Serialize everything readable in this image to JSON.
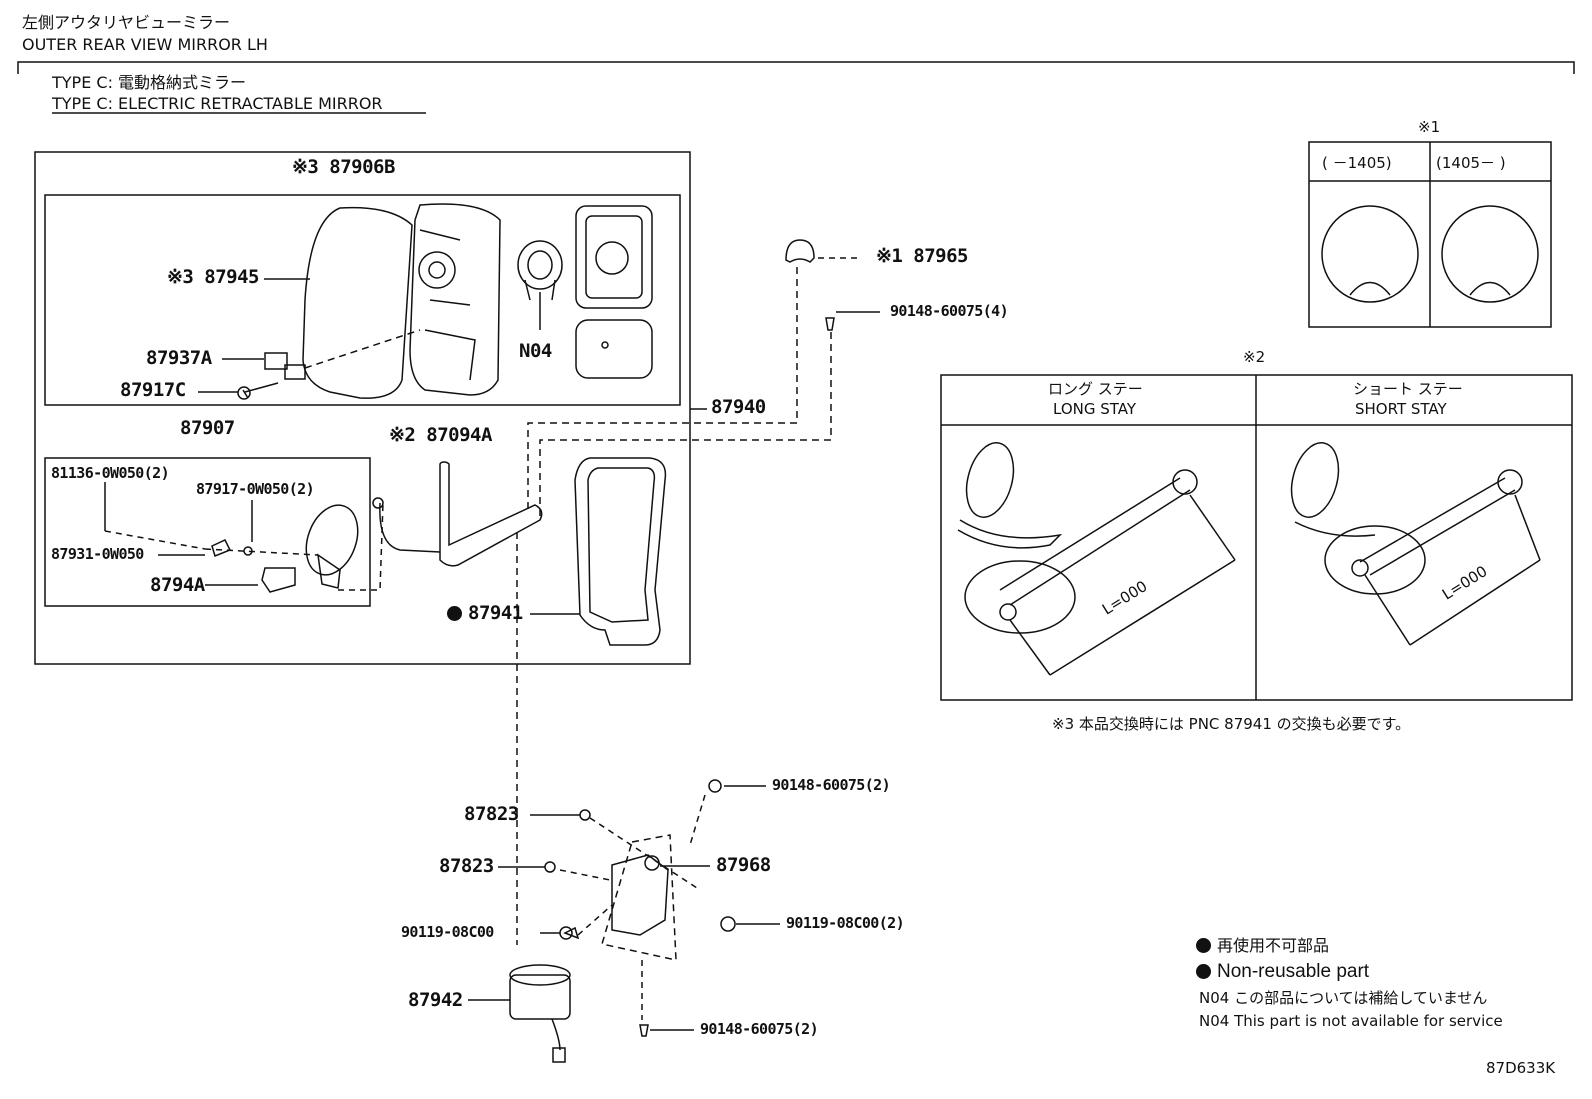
{
  "header": {
    "title_jp": "左側アウタリヤビューミラー",
    "title_en": "OUTER REAR VIEW MIRROR LH",
    "type_jp": "TYPE C: 電動格納式ミラー",
    "type_en": "TYPE C: ELECTRIC RETRACTABLE MIRROR"
  },
  "parts": {
    "p87906B": "※3 87906B",
    "p87945": "※3 87945",
    "p87937A": "87937A",
    "p87917C": "87917C",
    "pN04": "N04",
    "p87965": "※1 87965",
    "p90148_4": "90148-60075(4)",
    "p87940": "87940",
    "p87907": "87907",
    "p87094A": "※2 87094A",
    "p81136": "81136-0W050(2)",
    "p87917": "87917-0W050(2)",
    "p87931": "87931-0W050",
    "p8794A": "8794A",
    "p87941": "87941",
    "p90148_2a": "90148-60075(2)",
    "p87823a": "87823",
    "p87823b": "87823",
    "p87968": "87968",
    "p90119a": "90119-08C00",
    "p90119b": "90119-08C00(2)",
    "p87942": "87942",
    "p90148_2b": "90148-60075(2)"
  },
  "inset1": {
    "mark": "※1",
    "col1": "(  －1405)",
    "col2": "(1405－  )"
  },
  "inset2": {
    "mark": "※2",
    "long_jp": "ロング ステー",
    "long_en": "LONG STAY",
    "short_jp": "ショート ステー",
    "short_en": "SHORT STAY",
    "dim_long": "L=000",
    "dim_short": "L=000"
  },
  "note3": "※3 本品交換時には PNC 87941 の交換も必要です。",
  "legend": {
    "jp": "再使用不可部品",
    "en": "Non-reusable part",
    "n04_jp": "N04 この部品については補給していません",
    "n04_en": "N04 This part is not available for service"
  },
  "diagram_code": "87D633K"
}
